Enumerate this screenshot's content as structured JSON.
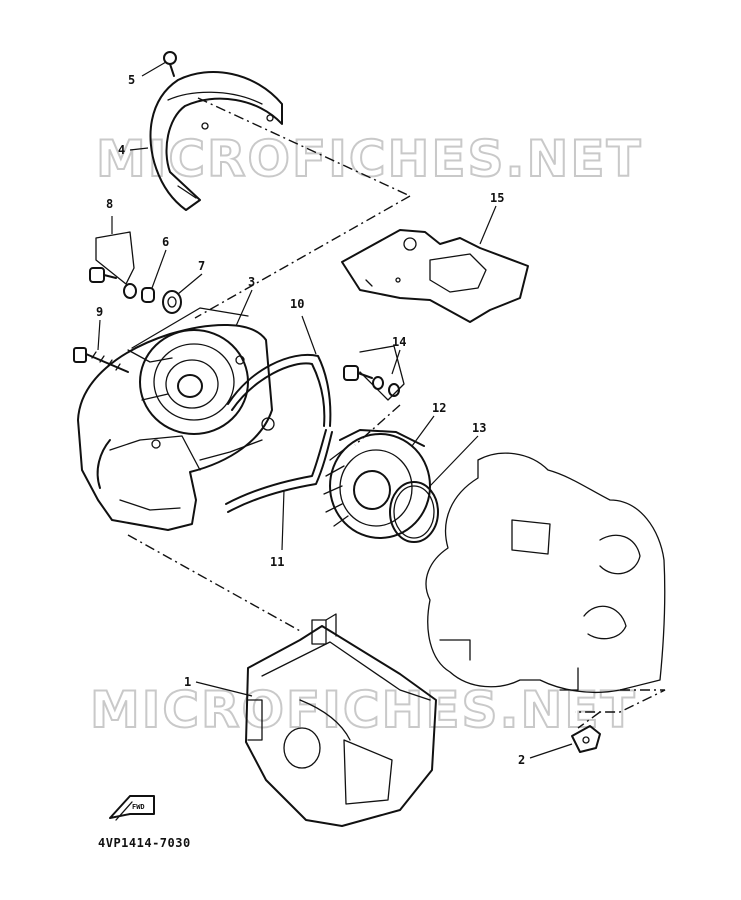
{
  "watermark_text": "MICROFICHES.NET",
  "reference_code": "4VP1414-7030",
  "fwd_label": "FWD",
  "callouts": {
    "c1": "1",
    "c2": "2",
    "c3": "3",
    "c4": "4",
    "c5": "5",
    "c6": "6",
    "c7": "7",
    "c8": "8",
    "c9": "9",
    "c10": "10",
    "c11": "11",
    "c12": "12",
    "c13": "13",
    "c14": "14",
    "c15": "15"
  }
}
